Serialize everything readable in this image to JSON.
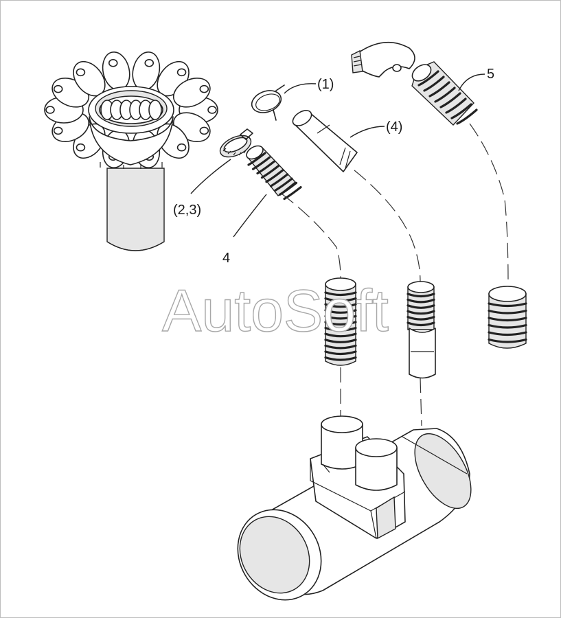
{
  "callouts": {
    "part_1": "(1)",
    "part_4_paren": "(4)",
    "part_5": "5",
    "part_2_3": "(2,3)",
    "part_4": "4"
  },
  "watermark": "AutoSoft"
}
